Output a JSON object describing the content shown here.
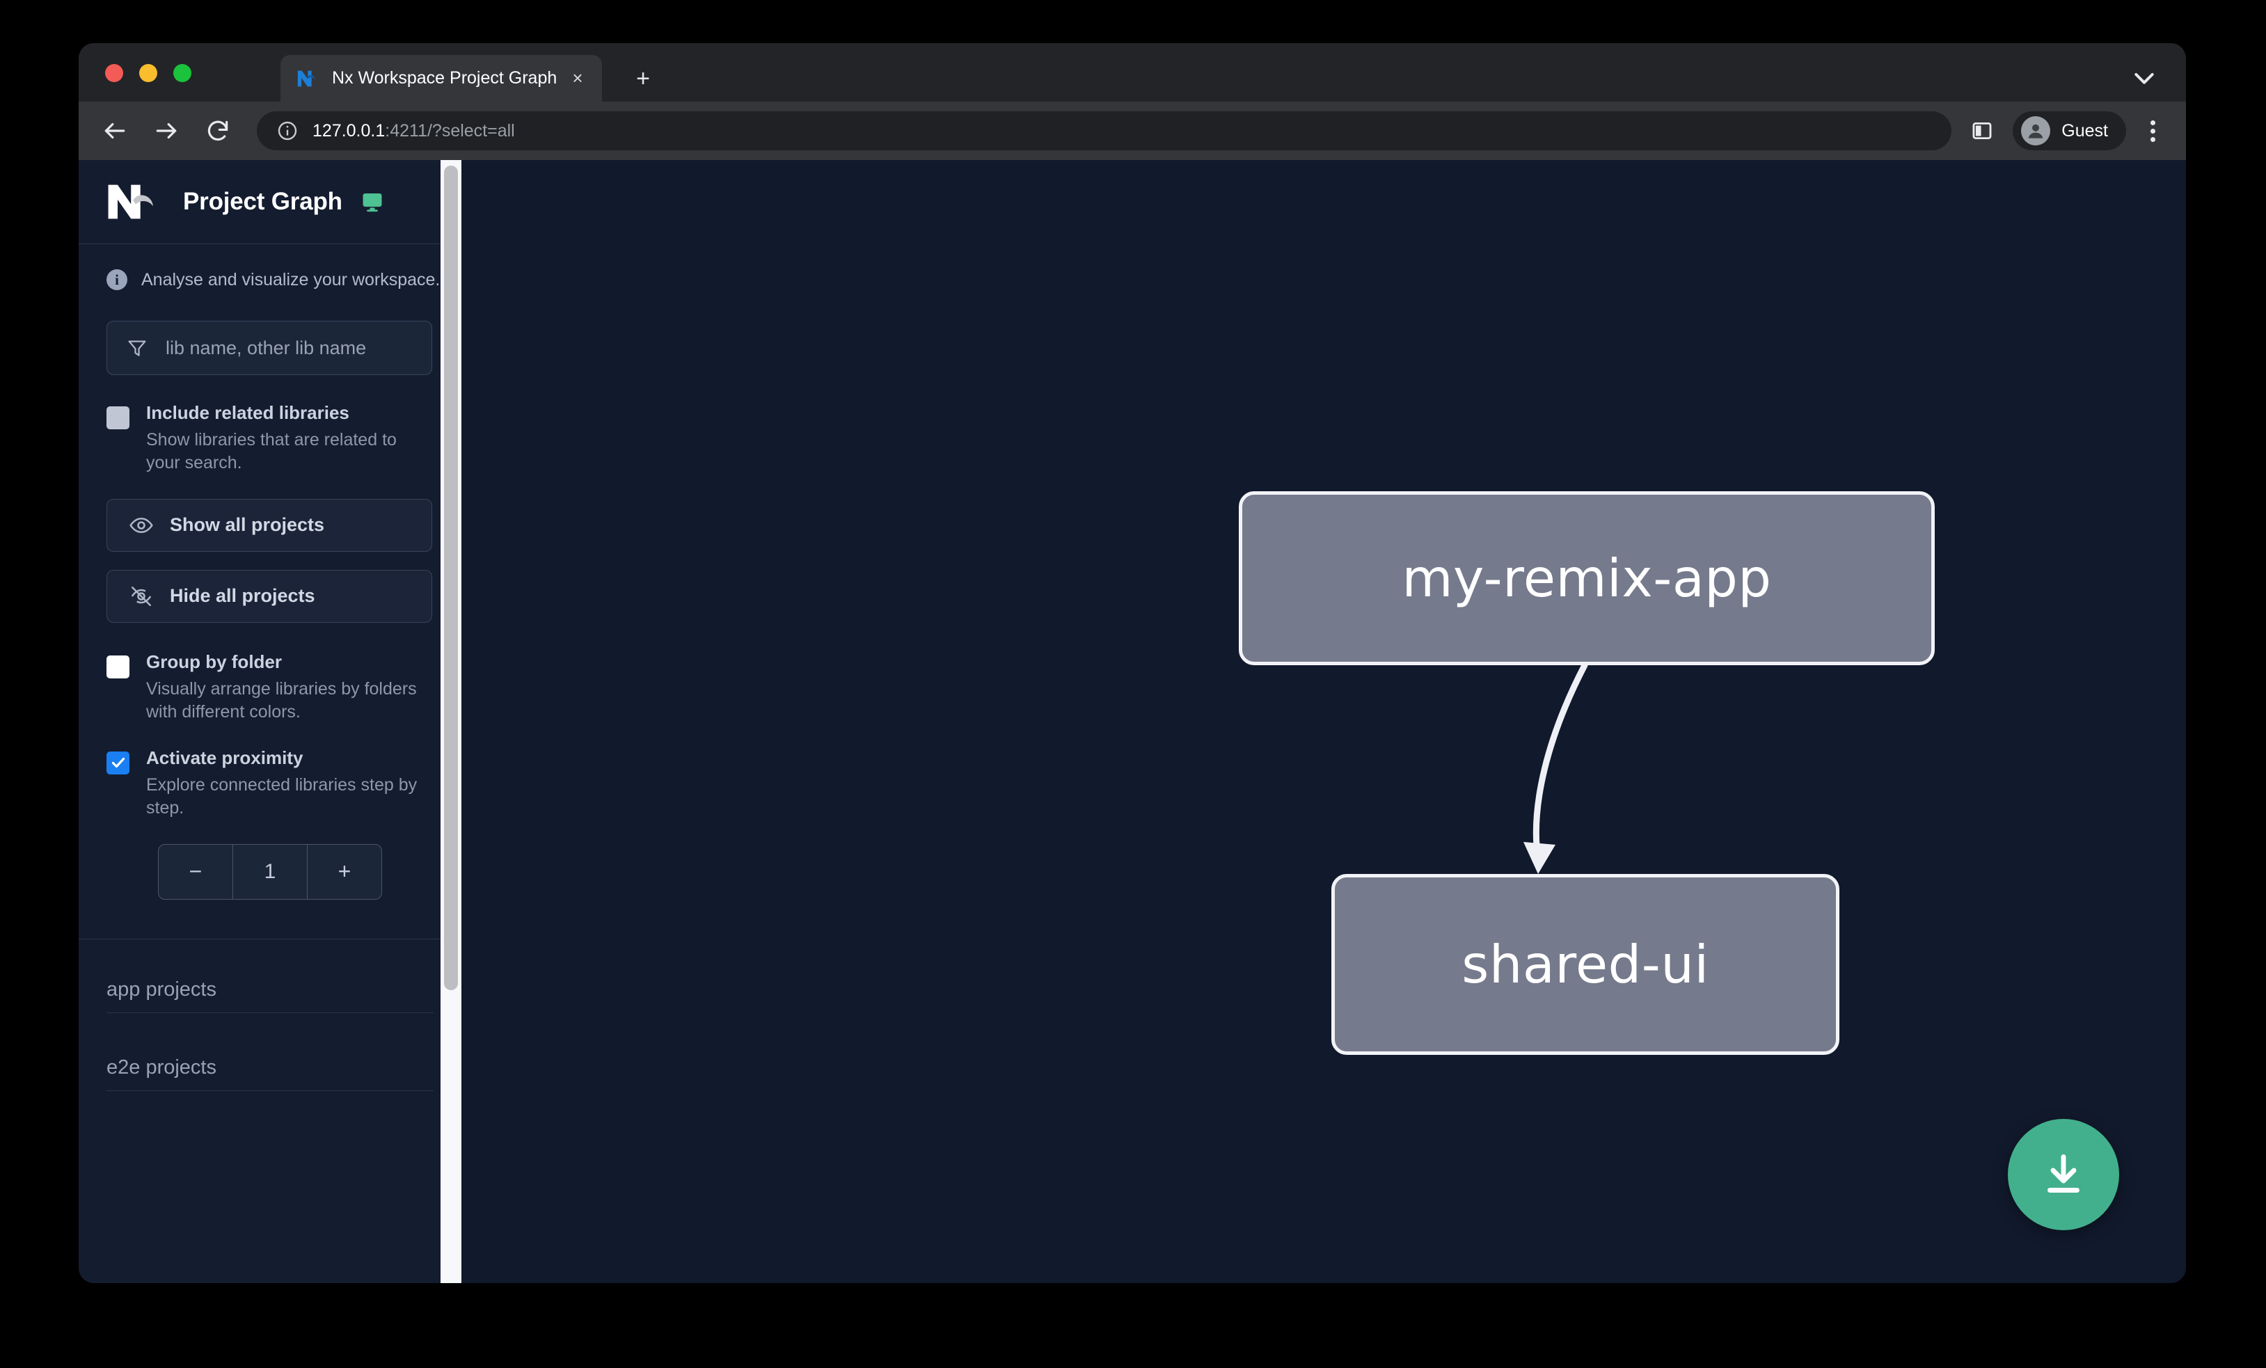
{
  "browser": {
    "traffic_lights": [
      "close",
      "minimize",
      "maximize"
    ],
    "tab": {
      "title": "Nx Workspace Project Graph",
      "favicon": "nx-logo-icon",
      "close_label": "×"
    },
    "new_tab_label": "+",
    "tabstrip_chevron": "chevron-down-icon",
    "toolbar": {
      "back": "back-arrow-icon",
      "forward": "forward-arrow-icon",
      "reload": "reload-icon",
      "site_info": "info-circle-icon",
      "url_host": "127.0.0.1",
      "url_rest": ":4211/?select=all",
      "split_view": "split-panel-icon",
      "profile_name": "Guest",
      "menu": "kebab-menu-icon"
    }
  },
  "sidebar": {
    "logo": "nx-logo",
    "title": "Project Graph",
    "monitor_icon": "monitor-icon",
    "info": {
      "icon": "info-icon",
      "text": "Analyse and visualize your workspace."
    },
    "search": {
      "icon": "filter-funnel-icon",
      "placeholder": "lib name, other lib name",
      "value": ""
    },
    "options": [
      {
        "label": "Include related libraries",
        "desc": "Show libraries that are related to your search.",
        "checked": false,
        "style": "grey"
      },
      {
        "label": "Group by folder",
        "desc": "Visually arrange libraries by folders with different colors.",
        "checked": false,
        "style": "white"
      },
      {
        "label": "Activate proximity",
        "desc": "Explore connected libraries step by step.",
        "checked": true,
        "style": "blue"
      }
    ],
    "buttons": [
      {
        "label": "Show all projects",
        "icon": "eye-icon"
      },
      {
        "label": "Hide all projects",
        "icon": "eye-slash-icon"
      }
    ],
    "stepper": {
      "decrement": "−",
      "value": "1",
      "increment": "+"
    },
    "sections": [
      {
        "label": "app projects"
      },
      {
        "label": "e2e projects"
      }
    ]
  },
  "graph": {
    "nodes": [
      {
        "id": "my-remix-app",
        "label": "my-remix-app"
      },
      {
        "id": "shared-ui",
        "label": "shared-ui"
      }
    ],
    "edges": [
      {
        "from": "my-remix-app",
        "to": "shared-ui",
        "arrow": true
      }
    ],
    "download_button": {
      "icon": "download-icon",
      "color": "#42b08c"
    }
  },
  "colors": {
    "sidebar_bg": "#141d2f",
    "canvas_bg": "#11192c",
    "node_fill": "#757a8c",
    "node_border": "#f2f3f7",
    "accent_green": "#4ec292",
    "checkbox_blue": "#1a7ff2"
  }
}
